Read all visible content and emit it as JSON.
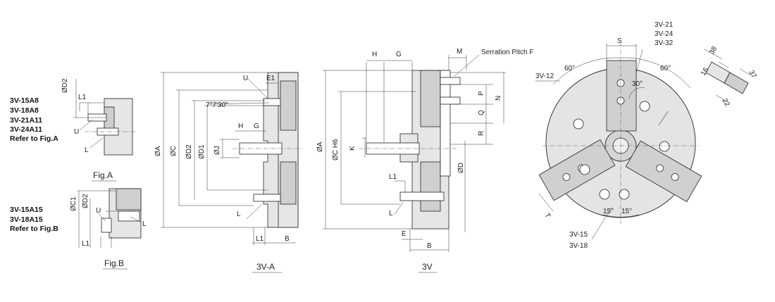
{
  "figA": {
    "models": [
      "3V-15A8",
      "3V-18A8",
      "3V-21A11",
      "3V-24A11"
    ],
    "refer": "Refer to Fig.A",
    "caption": "Fig.A",
    "labels": {
      "od2": "ØD2",
      "l1": "L1",
      "u": "U",
      "l": "L"
    }
  },
  "figB": {
    "models": [
      "3V-15A15",
      "3V-18A15"
    ],
    "refer": "Refer to Fig.B",
    "caption": "Fig.B",
    "labels": {
      "oc1": "ØC1",
      "od2": "ØD2",
      "u": "U",
      "l": "L",
      "l1": "L1"
    }
  },
  "view3VA": {
    "caption": "3V-A",
    "labels": {
      "oa": "ØA",
      "oc": "ØC",
      "od2": "ØD2",
      "od1": "ØD1",
      "oj": "ØJ",
      "u": "U",
      "e1": "E1",
      "angle": "7°7'30\"",
      "h": "H",
      "g": "G",
      "l": "L",
      "l1": "L1",
      "b": "B"
    }
  },
  "view3V": {
    "caption": "3V",
    "labels": {
      "oa": "ØA",
      "och6": "ØC H6",
      "k": "K",
      "od": "ØD",
      "h": "H",
      "g": "G",
      "m": "M",
      "serration": "Serration Pitch  F",
      "p": "P",
      "q": "Q",
      "n": "N",
      "r": "R",
      "l1": "L1",
      "l": "L",
      "e": "E",
      "b": "B"
    }
  },
  "front": {
    "labels": {
      "s": "S",
      "models_top": [
        "3V-21",
        "3V-24",
        "3V-32"
      ],
      "model_left": "3V-12",
      "angle_left": "60°",
      "angle_right": "60°",
      "angle_30": "30°",
      "t": "T",
      "angle_15a": "15°",
      "angle_15b": "15°",
      "models_bottom": [
        "3V-15",
        "3V-18"
      ]
    }
  },
  "jaw": {
    "labels": {
      "d38": "38",
      "d16": "16",
      "d37": "37",
      "d22": "22"
    }
  }
}
